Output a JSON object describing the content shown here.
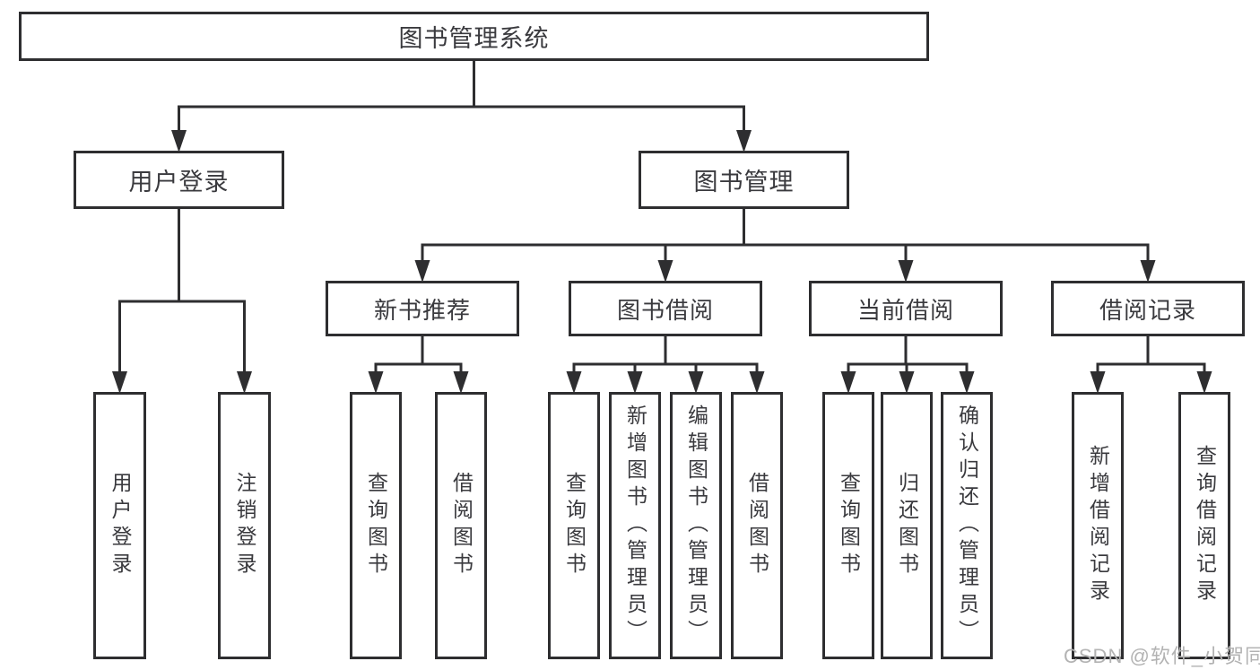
{
  "diagram": {
    "kind": "hierarchy-tree",
    "root_label": "图书管理系统",
    "nodes": [
      {
        "id": "root",
        "label": "图书管理系统",
        "parent": null,
        "orientation": "horizontal"
      },
      {
        "id": "user-login",
        "label": "用户登录",
        "parent": "root",
        "orientation": "horizontal"
      },
      {
        "id": "book-mgmt",
        "label": "图书管理",
        "parent": "root",
        "orientation": "horizontal"
      },
      {
        "id": "new-book-rec",
        "label": "新书推荐",
        "parent": "book-mgmt",
        "orientation": "horizontal"
      },
      {
        "id": "book-borrow",
        "label": "图书借阅",
        "parent": "book-mgmt",
        "orientation": "horizontal"
      },
      {
        "id": "current-borrow",
        "label": "当前借阅",
        "parent": "book-mgmt",
        "orientation": "horizontal"
      },
      {
        "id": "borrow-records",
        "label": "借阅记录",
        "parent": "book-mgmt",
        "orientation": "horizontal"
      },
      {
        "id": "login",
        "label": "用户登录",
        "parent": "user-login",
        "orientation": "vertical"
      },
      {
        "id": "logout",
        "label": "注销登录",
        "parent": "user-login",
        "orientation": "vertical"
      },
      {
        "id": "rec-query-book",
        "label": "查询图书",
        "parent": "new-book-rec",
        "orientation": "vertical"
      },
      {
        "id": "rec-borrow-book",
        "label": "借阅图书",
        "parent": "new-book-rec",
        "orientation": "vertical"
      },
      {
        "id": "bb-query-book",
        "label": "查询图书",
        "parent": "book-borrow",
        "orientation": "vertical"
      },
      {
        "id": "bb-add-book",
        "label": "新增图书（管理员）",
        "parent": "book-borrow",
        "orientation": "vertical"
      },
      {
        "id": "bb-edit-book",
        "label": "编辑图书（管理员）",
        "parent": "book-borrow",
        "orientation": "vertical"
      },
      {
        "id": "bb-borrow-book",
        "label": "借阅图书",
        "parent": "book-borrow",
        "orientation": "vertical"
      },
      {
        "id": "cb-query-book",
        "label": "查询图书",
        "parent": "current-borrow",
        "orientation": "vertical"
      },
      {
        "id": "cb-return-book",
        "label": "归还图书",
        "parent": "current-borrow",
        "orientation": "vertical"
      },
      {
        "id": "cb-confirm-return",
        "label": "确认归还（管理员）",
        "parent": "current-borrow",
        "orientation": "vertical"
      },
      {
        "id": "br-add-record",
        "label": "新增借阅记录",
        "parent": "borrow-records",
        "orientation": "vertical"
      },
      {
        "id": "br-query-record",
        "label": "查询借阅记录",
        "parent": "borrow-records",
        "orientation": "vertical"
      }
    ]
  },
  "watermark": {
    "text": "CSDN @软件_小贺同学"
  },
  "colors": {
    "line": "#2e2e30",
    "text": "#3a3a3e",
    "box_background": "#ffffff",
    "watermark": "#b3b3b3",
    "background": "#ffffff"
  }
}
